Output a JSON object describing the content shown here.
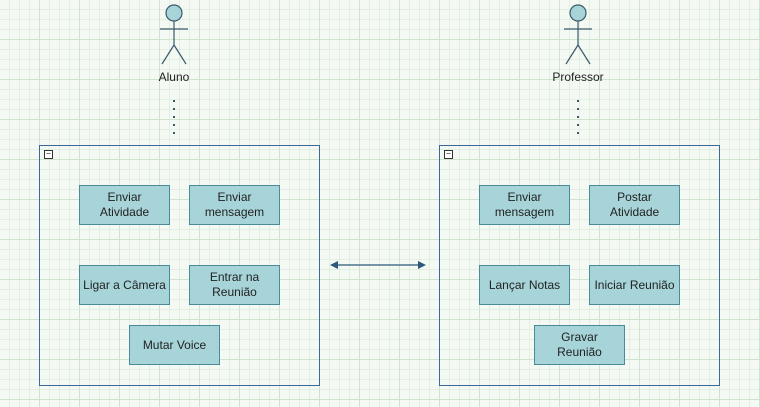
{
  "actors": {
    "aluno": {
      "label": "Aluno"
    },
    "professor": {
      "label": "Professor"
    }
  },
  "left_container": {
    "use_cases": {
      "enviar_atividade": "Enviar Atividade",
      "enviar_mensagem": "Enviar mensagem",
      "ligar_camera": "Ligar a Câmera",
      "entrar_reuniao": "Entrar na Reunião",
      "mutar_voice": "Mutar Voice"
    }
  },
  "right_container": {
    "use_cases": {
      "enviar_mensagem": "Enviar mensagem",
      "postar_atividade": "Postar Atividade",
      "lancar_notas": "Lançar Notas",
      "iniciar_reuniao": "Iniciar Reunião",
      "gravar_reuniao": "Gravar Reunião"
    }
  },
  "colors": {
    "use_case_fill": "#a7d4d9",
    "use_case_border": "#4a8a99",
    "container_border": "#3a6a9a",
    "actor_fill": "#a7d4d9"
  }
}
